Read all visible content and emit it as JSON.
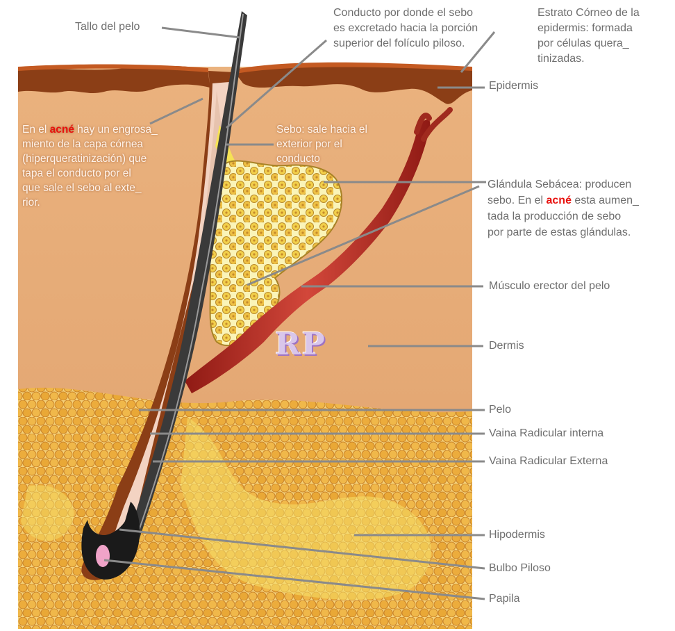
{
  "labels": {
    "tallo": "Tallo del pelo",
    "conducto": "Conducto por donde el sebo\nes excretado hacia la porción\nsuperior del folículo piloso.",
    "estrato": "Estrato Córneo de la\nepidermis: formada\npor células quera_\ntinizadas.",
    "epidermis": "Epidermis",
    "glandula_pre": "Glándula Sebácea: producen\nsebo. En el ",
    "glandula_acne": "acné",
    "glandula_post": " esta aumen_\ntada la producción de sebo\npor parte de estas glándulas.",
    "musculo": "Músculo erector del pelo",
    "dermis": "Dermis",
    "pelo": "Pelo",
    "vaina_interna": "Vaina Radicular interna",
    "vaina_externa": "Vaina Radicular Externa",
    "hipodermis": "Hipodermis",
    "bulbo": "Bulbo Piloso",
    "papila": "Papila"
  },
  "inner_text": {
    "acne_pre": "En el ",
    "acne_word": "acné",
    "acne_post": " hay un engrosa_\nmiento de la capa córnea\n(hiperqueratinización) que\ntapa el conducto por el\nque sale el sebo al exte_\nrior.",
    "sebo": "Sebo: sale hacia el\nexterior por el\n            conducto"
  },
  "logo": "RP",
  "colors": {
    "label_text": "#6e6e6e",
    "leader": "#8a8a8a",
    "dermis": "#e9b07c",
    "epidermis": "#8b3e16",
    "hypodermis": "#f2c25a",
    "gland": "#f5e255",
    "muscle": "#b3241c",
    "accent_acne": "#e8110e"
  }
}
